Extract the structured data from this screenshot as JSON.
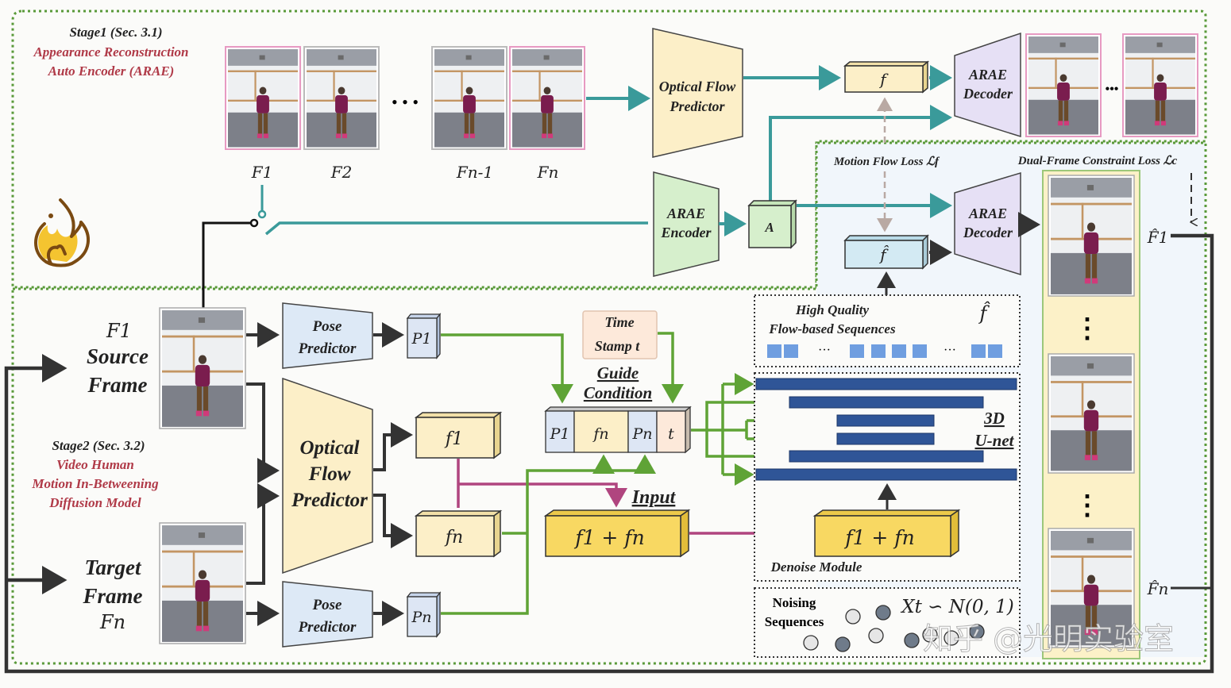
{
  "stage1": {
    "title": "Stage1 (Sec. 3.1)",
    "subtitle_line1": "Appearance Reconstruction",
    "subtitle_line2": "Auto Encoder (ARAE)",
    "frame_labels": [
      "F1",
      "F2",
      "Fn-1",
      "Fn"
    ],
    "ellipsis": "• • •",
    "optical_flow_predictor": [
      "Optical Flow",
      "Predictor"
    ],
    "flow_feature": "f",
    "arae_decoder": [
      "ARAE",
      "Decoder"
    ],
    "arae_encoder": [
      "ARAE",
      "Encoder"
    ],
    "appearance_feature": "A",
    "output_ellipsis": "•••",
    "trainable_icon": "fire-icon"
  },
  "losses": {
    "motion_flow_loss": "Motion Flow Loss ℒf",
    "dual_frame_loss": "Dual-Frame Constraint Loss ℒc",
    "pred_flow": "f̂",
    "arae_decoder": [
      "ARAE",
      "Decoder"
    ],
    "out_first": "F̂1",
    "out_last": "F̂n",
    "vertical_ellipsis": "⋮"
  },
  "stage2": {
    "title": "Stage2 (Sec. 3.2)",
    "subtitle": [
      "Video Human",
      "Motion In-Betweening",
      "Diffusion Model"
    ],
    "source": {
      "index": "F1",
      "label": [
        "Source",
        "Frame"
      ]
    },
    "target": {
      "label": [
        "Target",
        "Frame"
      ],
      "index": "Fn"
    },
    "pose_predictor": [
      "Pose",
      "Predictor"
    ],
    "optical_flow_predictor": [
      "Optical",
      "Flow",
      "Predictor"
    ],
    "pose_first": "P1",
    "pose_last": "Pn",
    "flow_first": "f1",
    "flow_last": "fn",
    "time_stamp": [
      "Time",
      "Stamp t"
    ],
    "guide_condition": [
      "Guide",
      "Condition"
    ],
    "guide_cells": [
      "P1",
      "fn",
      "Pn",
      "t"
    ],
    "input_label": "Input",
    "input_sum": "f1 + fn",
    "hq_title": [
      "High Quality",
      "Flow-based Sequences"
    ],
    "hq_symbol": "f̂",
    "hq_ellipsis": "···",
    "unet_label": [
      "3D",
      "U-net"
    ],
    "denoise_sum": "f1 + fn",
    "denoise_label": "Denoise Module",
    "noising_label": [
      "Noising",
      "Sequences"
    ],
    "noise_formula": "Xt ∽ N(0, 1)"
  },
  "watermark": "知乎 @光明实验室",
  "colors": {
    "teal": "#3a9a9a",
    "green": "#5fa336",
    "magenta": "#b0457f",
    "dark": "#333333",
    "stage_border": "#5a9a3a",
    "unet_bar": "#2f5597",
    "hq_block": "#6f9ee0",
    "red_text": "#b03a48"
  }
}
